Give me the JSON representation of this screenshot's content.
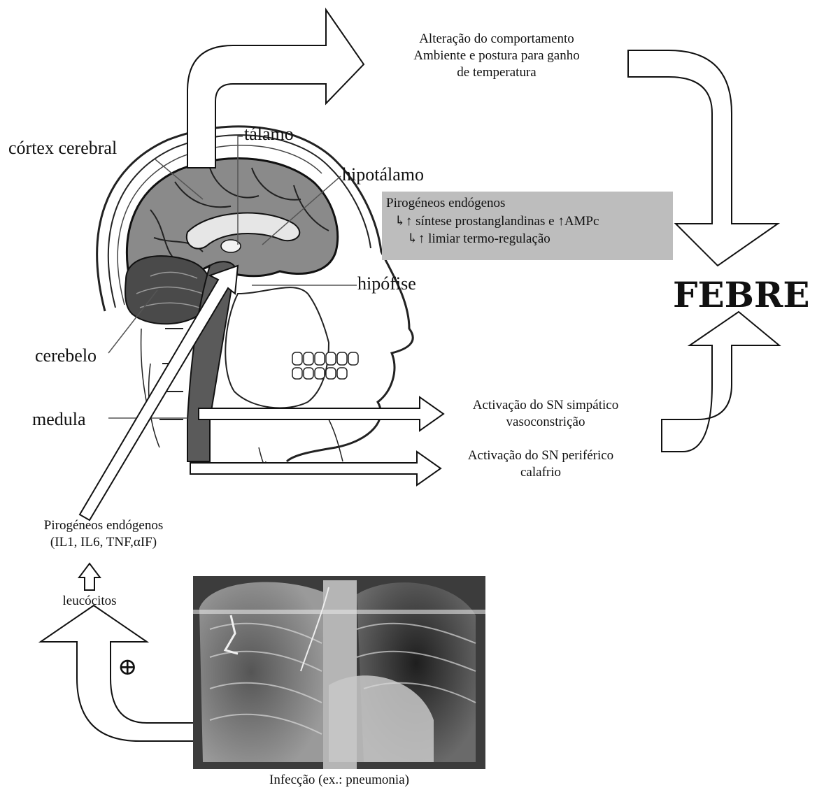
{
  "anatomy": {
    "cortex": "córtex cerebral",
    "thalamus": "tálamo",
    "hypothalamus": "hipotálamo",
    "pituitary": "hipófise",
    "cerebellum": "cerebelo",
    "spinal_cord": "medula"
  },
  "behavior": {
    "line1": "Alteração do comportamento",
    "line2": "Ambiente e postura para ganho",
    "line3": "de temperatura"
  },
  "pyrogen_box": {
    "line1": "Pirogéneos endógenos",
    "line2": "↳↑ síntese prostanglandinas e ↑AMPc",
    "line3": "↳↑ limiar termo-regulação",
    "background": "#bdbdbd"
  },
  "outcome": "FEBRE",
  "sympathetic": {
    "line1": "Activação do SN simpático",
    "line2": "vasoconstrição"
  },
  "peripheral": {
    "line1": "Activação do SN periférico",
    "line2": "calafrio"
  },
  "pyrogens": {
    "line1": "Pirogéneos endógenos",
    "line2": "(IL1, IL6, TNF,αIF)"
  },
  "leukocytes": "leucócitos",
  "stimulus_symbol": "⊕",
  "xray_caption": "Infecção (ex.: pneumonia)"
}
